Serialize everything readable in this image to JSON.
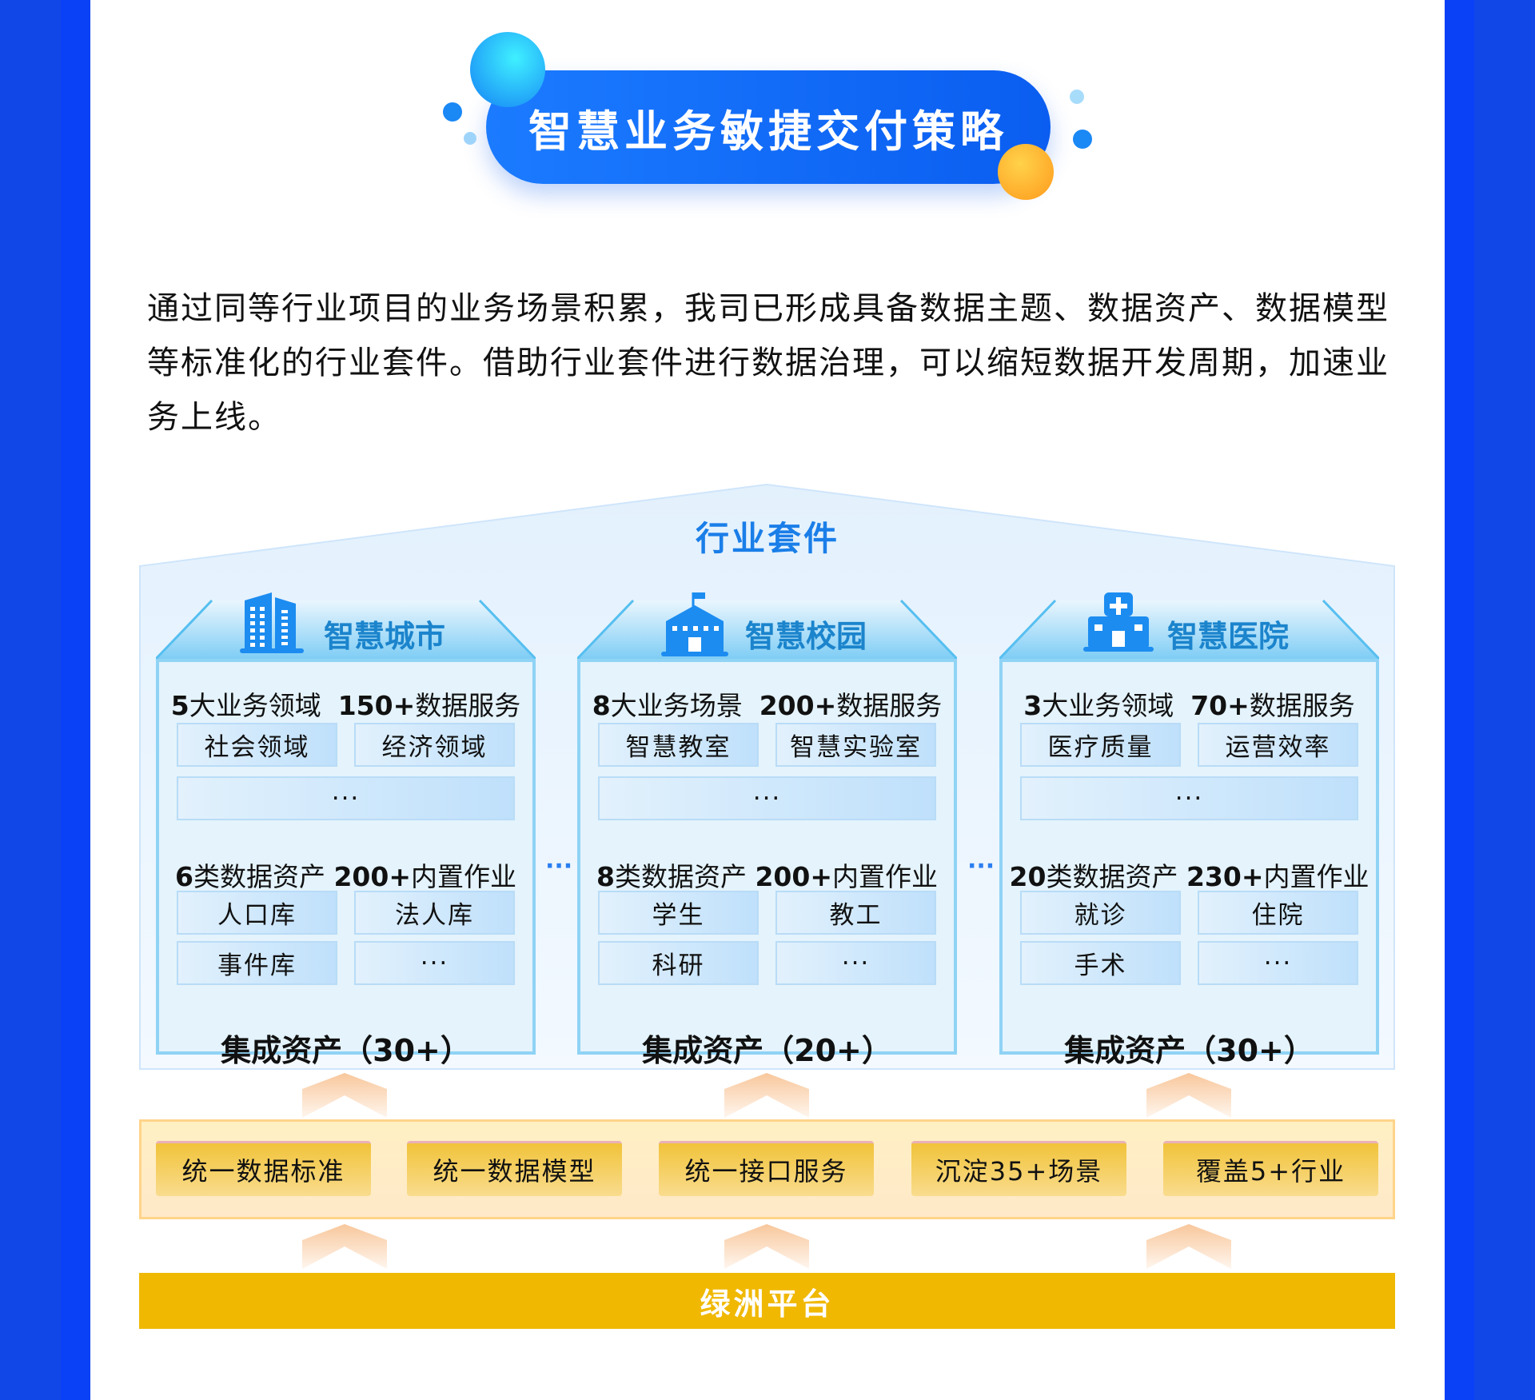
{
  "header": {
    "title": "智慧业务敏捷交付策略"
  },
  "intro": "通过同等行业项目的业务场景积累，我司已形成具备数据主题、数据资产、数据模型等标准化的行业套件。借助行业套件进行数据治理，可以缩短数据开发周期，加速业务上线。",
  "suite": {
    "title": "行业套件",
    "separator": "···"
  },
  "cards": [
    {
      "title": "智慧城市",
      "icon": "building-icon",
      "stat1_num": "5",
      "stat1_text": "大业务领域",
      "stat2_num": "150+",
      "stat2_text": "数据服务",
      "row1": [
        "社会领域",
        "经济领域"
      ],
      "wide": "···",
      "stat3_num": "6",
      "stat3_text": "类数据资产",
      "stat4_num": "200+",
      "stat4_text": "内置作业",
      "row2": [
        "人口库",
        "法人库"
      ],
      "row3": [
        "事件库",
        "···"
      ],
      "footer": "集成资产（30+）"
    },
    {
      "title": "智慧校园",
      "icon": "school-icon",
      "stat1_num": "8",
      "stat1_text": "大业务场景",
      "stat2_num": "200+",
      "stat2_text": "数据服务",
      "row1": [
        "智慧教室",
        "智慧实验室"
      ],
      "wide": "···",
      "stat3_num": "8",
      "stat3_text": "类数据资产",
      "stat4_num": "200+",
      "stat4_text": "内置作业",
      "row2": [
        "学生",
        "教工"
      ],
      "row3": [
        "科研",
        "···"
      ],
      "footer": "集成资产（20+）"
    },
    {
      "title": "智慧医院",
      "icon": "hospital-icon",
      "stat1_num": "3",
      "stat1_text": "大业务领域",
      "stat2_num": "70+",
      "stat2_text": "数据服务",
      "row1": [
        "医疗质量",
        "运营效率"
      ],
      "wide": "···",
      "stat3_num": "20",
      "stat3_text": "类数据资产",
      "stat4_num": "230+",
      "stat4_text": "内置作业",
      "row2": [
        "就诊",
        "住院"
      ],
      "row3": [
        "手术",
        "···"
      ],
      "footer": "集成资产（30+）"
    }
  ],
  "features": [
    "统一数据标准",
    "统一数据模型",
    "统一接口服务",
    "沉淀35+场景",
    "覆盖5+行业"
  ],
  "platform": "绿洲平台",
  "colors": {
    "brand_blue": "#0a40f6",
    "accent_orange": "#f0b800"
  }
}
